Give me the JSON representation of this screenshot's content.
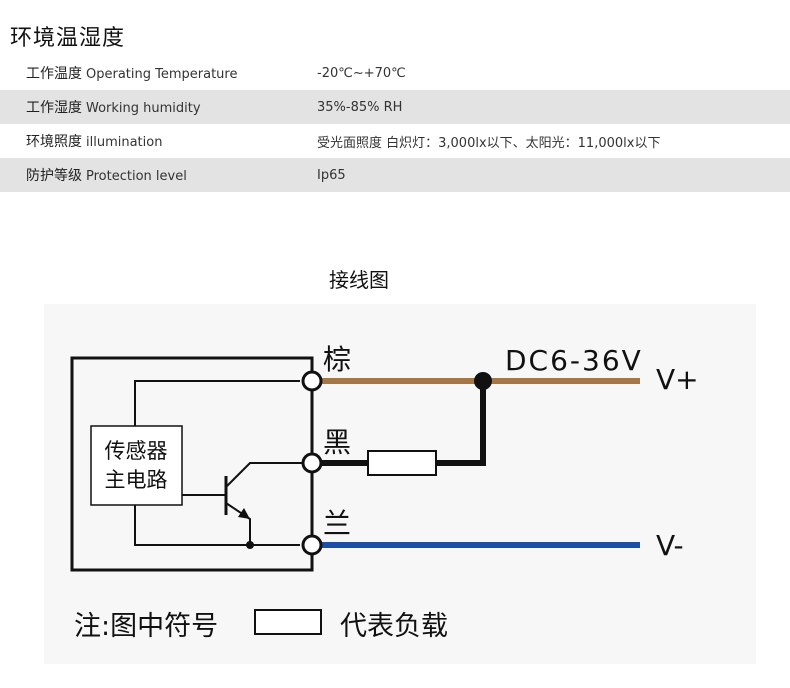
{
  "section_title": "环境温湿度",
  "spec_rows": [
    {
      "label_cn": "工作温度",
      "label_en": "Operating Temperature",
      "value": "-20℃~+70℃"
    },
    {
      "label_cn": "工作湿度",
      "label_en": "Working humidity",
      "value": "35%-85% RH"
    },
    {
      "label_cn": "环境照度",
      "label_en": "illumination",
      "value": "受光面照度 白炽灯：3,000lx以下、太阳光：11,000lx以下"
    },
    {
      "label_cn": "防护等级",
      "label_en": "Protection level",
      "value": "Ip65"
    }
  ],
  "diagram": {
    "title": "接线图",
    "sensor_line1": "传感器",
    "sensor_line2": "主电路",
    "wire_brown": "棕",
    "wire_black": "黑",
    "wire_blue": "兰",
    "supply": "DC6-36V",
    "v_plus": "V+",
    "v_minus": "V-",
    "note_prefix": "注:图中符号",
    "note_suffix": "代表负载",
    "colors": {
      "brown_wire": "#a57747",
      "black_wire": "#111111",
      "blue_wire": "#1b4fa6"
    }
  }
}
